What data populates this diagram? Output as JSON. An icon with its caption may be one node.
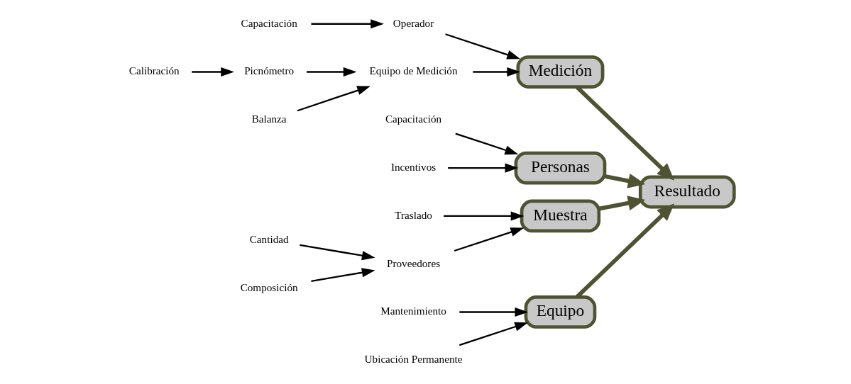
{
  "diagram": {
    "nodes": [
      {
        "text": [
          "Equipo"
        ]
      },
      {
        "text": [
          "Medición"
        ]
      },
      {
        "text": [
          "Resultado"
        ]
      },
      {
        "text": [
          "Personas"
        ]
      },
      {
        "text": [
          "Muestra"
        ]
      },
      {
        "text": [
          "Mantenimiento"
        ]
      },
      {
        "text": [
          "Ubicación Permanente"
        ]
      },
      {
        "text": [
          "Capacitación"
        ]
      },
      {
        "text": [
          "Operador"
        ]
      },
      {
        "text": [
          "Calibración"
        ]
      },
      {
        "text": [
          "Picnómetro"
        ]
      },
      {
        "text": [
          "Equipo de Medición"
        ]
      },
      {
        "text": [
          "Balanza"
        ]
      },
      {
        "text": [
          "Capacitación"
        ]
      },
      {
        "text": [
          "Incentivos"
        ]
      },
      {
        "text": [
          "Traslado"
        ]
      },
      {
        "text": [
          "Cantidad"
        ]
      },
      {
        "text": [
          "Proveedores"
        ]
      },
      {
        "text": [
          "Composición"
        ]
      }
    ],
    "edges": [
      {
        "from": 5,
        "to": 0,
        "arrow": "to"
      },
      {
        "from": 6,
        "to": 0,
        "arrow": "to"
      },
      {
        "from": 7,
        "to": 8,
        "arrow": "to"
      },
      {
        "from": 8,
        "to": 1,
        "arrow": "to"
      },
      {
        "from": 9,
        "to": 10,
        "arrow": "to"
      },
      {
        "from": 10,
        "to": 11,
        "arrow": "to"
      },
      {
        "from": 11,
        "to": 1,
        "arrow": "to"
      },
      {
        "from": 12,
        "to": 11,
        "arrow": "to"
      },
      {
        "from": 13,
        "to": 3,
        "arrow": "to"
      },
      {
        "from": 14,
        "to": 3,
        "arrow": "to"
      },
      {
        "from": 15,
        "to": 4,
        "arrow": "to"
      },
      {
        "from": 16,
        "to": 17,
        "arrow": "to"
      },
      {
        "from": 18,
        "to": 17,
        "arrow": "to"
      },
      {
        "from": 17,
        "to": 4,
        "arrow": "to"
      },
      {
        "from": 0,
        "to": 2,
        "arrow": "to",
        "style": "thick",
        "color": "#4f5332"
      },
      {
        "from": 1,
        "to": 2,
        "arrow": "to",
        "style": "thick",
        "color": "#4f5332"
      },
      {
        "from": 3,
        "to": 2,
        "arrow": "to",
        "style": "thick",
        "color": "#4f5332"
      },
      {
        "from": 4,
        "to": 2,
        "arrow": "to",
        "style": "thick",
        "color": "#4f5332"
      }
    ]
  }
}
